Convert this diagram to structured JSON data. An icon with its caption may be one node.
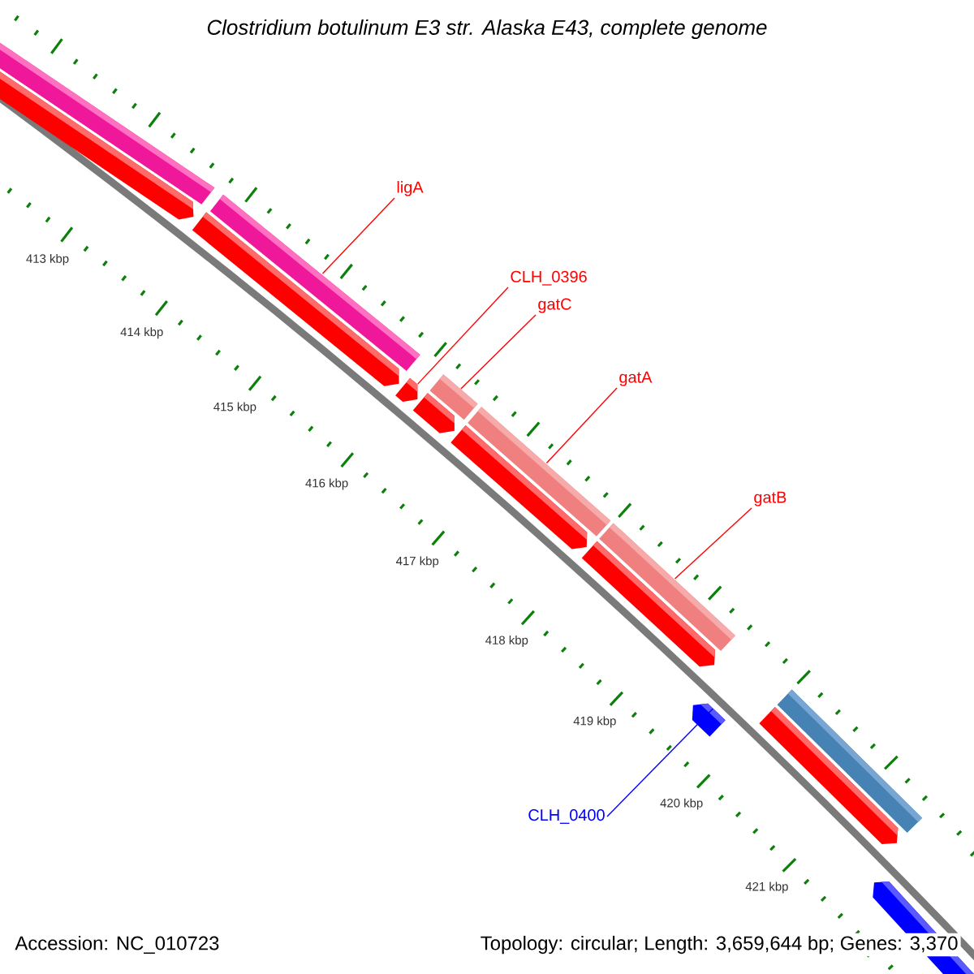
{
  "diagram": {
    "title": "Clostridium botulinum E3 str. Alaska E43, complete genome",
    "nodes": [
      {
        "text": [
          "ligA"
        ]
      },
      {
        "text": [],
        "shape": "bar"
      },
      {
        "text": [
          "CLH_0396"
        ]
      },
      {
        "text": [],
        "shape": "arrow"
      },
      {
        "text": [
          "gatC"
        ]
      },
      {
        "text": [],
        "shape": "bar"
      },
      {
        "text": [
          "gatA"
        ]
      },
      {
        "text": [],
        "shape": "bar"
      },
      {
        "text": [
          "gatB"
        ]
      },
      {
        "text": [],
        "shape": "bar"
      },
      {
        "text": [
          "CLH_0400"
        ]
      },
      {
        "text": [],
        "shape": "arrow"
      }
    ],
    "edges": [
      {
        "from": 0,
        "to": 1,
        "arrow": "none"
      },
      {
        "from": 2,
        "to": 3,
        "arrow": "none"
      },
      {
        "from": 4,
        "to": 5,
        "arrow": "none"
      },
      {
        "from": 6,
        "to": 7,
        "arrow": "none"
      },
      {
        "from": 8,
        "to": 9,
        "arrow": "none"
      },
      {
        "from": 10,
        "to": 11,
        "arrow": "none",
        "color": "#0000ff"
      }
    ],
    "labels": [
      "413 kbp",
      "414 kbp",
      "415 kbp",
      "416 kbp",
      "417 kbp",
      "418 kbp",
      "419 kbp",
      "420 kbp",
      "421 kbp",
      "Accession: NC_010723",
      "Topology: circular; Length: 3,659,644 bp; Genes: 3,370"
    ]
  }
}
